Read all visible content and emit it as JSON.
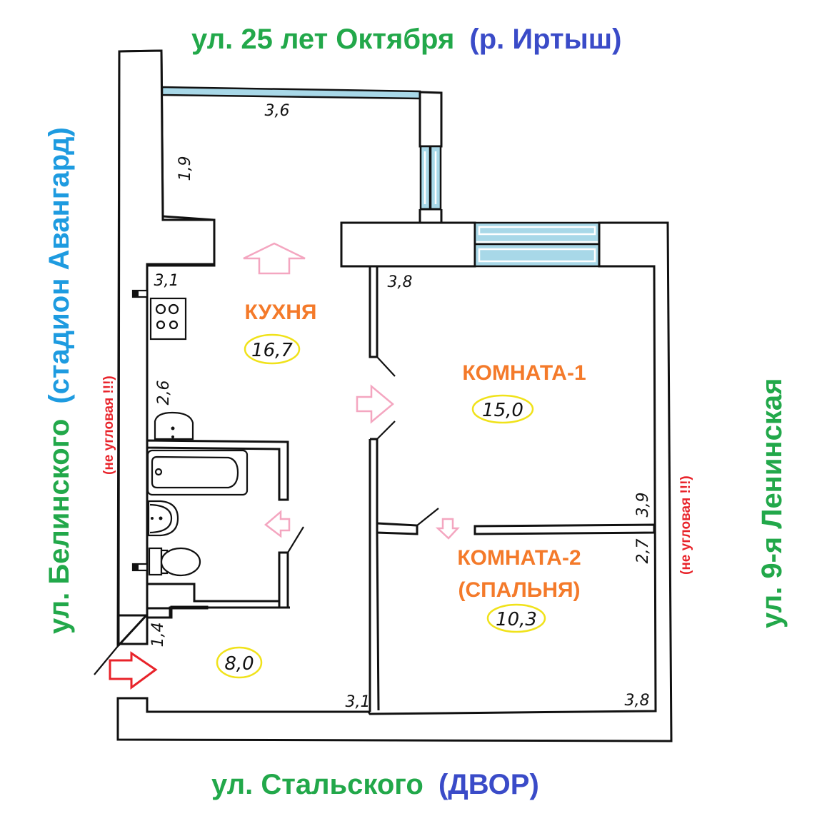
{
  "streets": {
    "top": {
      "name": "ул. 25 лет Октября",
      "extra": "(р. Иртыш)"
    },
    "bottom": {
      "name": "ул. Стальского",
      "extra": "(ДВОР)"
    },
    "left": {
      "name": "ул. Белинского",
      "extra": "(стадион Авангард)"
    },
    "right": {
      "name": "ул. 9-я Ленинская"
    }
  },
  "notes": {
    "left": "(не угловая !!!)",
    "right": "(не угловая !!!)"
  },
  "rooms": {
    "kitchen": {
      "label": "КУХНЯ",
      "area": "16,7"
    },
    "room1": {
      "label": "КОМНАТА-1",
      "area": "15,0"
    },
    "room2": {
      "label": "КОМНАТА-2",
      "sublabel": "(СПАЛЬНЯ)",
      "area": "10,3"
    },
    "hall": {
      "area": "8,0"
    }
  },
  "dimensions": {
    "balcony_width": "3,6",
    "balcony_depth": "1,9",
    "kitchen_width": "3,1",
    "kitchen_side": "2,6",
    "room1_width": "3,8",
    "room1_depth": "3,9",
    "room2_depth": "2,7",
    "room2_width": "3,8",
    "hall_width": "3,1",
    "hall_depth": "1,4"
  },
  "colors": {
    "street_green": "#22a84a",
    "street_blue": "#3a4bc8",
    "left_street_blue": "#1e9be0",
    "room_label_orange": "#f47a2a",
    "note_red": "#e8232a",
    "area_oval_yellow": "#f0e21a",
    "window_blue": "#a8d8e8"
  }
}
